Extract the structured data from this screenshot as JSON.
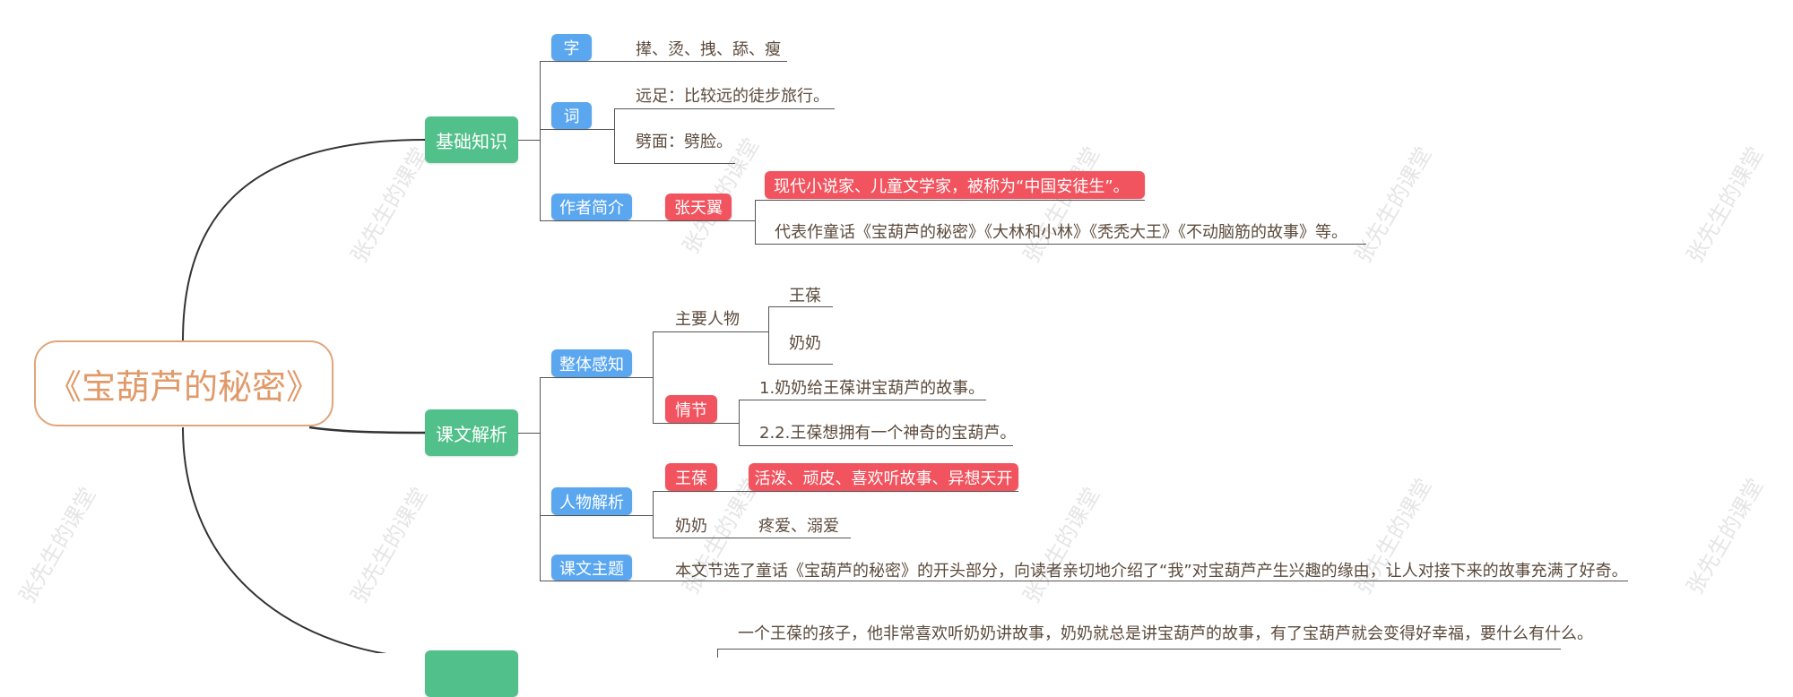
{
  "root": {
    "title": "《宝葫芦的秘密》"
  },
  "colors": {
    "main_branch": "#52c08a",
    "sub_branch": "#5aa7f0",
    "highlight": "#f2545f",
    "root_border": "#e0a57a",
    "text": "#5b4a3c"
  },
  "watermark": "张先生的课堂",
  "basics": {
    "label": "基础知识",
    "zi": {
      "label": "字",
      "content": "撵、烫、拽、舔、瘦"
    },
    "ci": {
      "label": "词",
      "items": [
        "远足：比较远的徒步旅行。",
        "劈面：劈脸。"
      ]
    },
    "author": {
      "label": "作者简介",
      "name": "张天翼",
      "items": [
        "现代小说家、儿童文学家，被称为“中国安徒生”。",
        "代表作童话《宝葫芦的秘密》《大林和小林》《秃秃大王》《不动脑筋的故事》等。"
      ]
    }
  },
  "analysis": {
    "label": "课文解析",
    "overall": {
      "label": "整体感知",
      "characters": {
        "label": "主要人物",
        "items": [
          "王葆",
          "奶奶"
        ]
      },
      "plot": {
        "label": "情节",
        "items": [
          "1.奶奶给王葆讲宝葫芦的故事。",
          "2.2.王葆想拥有一个神奇的宝葫芦。"
        ]
      }
    },
    "people": {
      "label": "人物解析",
      "wangbao": {
        "name": "王葆",
        "traits": "活泼、顽皮、喜欢听故事、异想天开"
      },
      "grandma": {
        "name": "奶奶",
        "traits": "疼爱、溺爱"
      }
    },
    "theme": {
      "label": "课文主题",
      "content": "本文节选了童话《宝葫芦的秘密》的开头部分，向读者亲切地介绍了“我”对宝葫芦产生兴趣的缘由，让人对接下来的故事充满了好奇。"
    }
  },
  "summary": {
    "content": "一个王葆的孩子，他非常喜欢听奶奶讲故事，奶奶就总是讲宝葫芦的故事，有了宝葫芦就会变得好幸福，要什么有什么。"
  }
}
